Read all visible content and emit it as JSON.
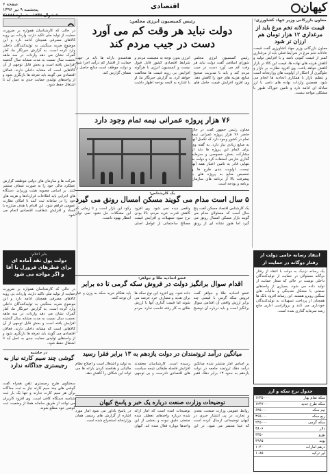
{
  "masthead": {
    "logo": "کیهان",
    "section": "اقتصادی",
    "page_no": "صفحه ۶",
    "date_line": "پنجشنبه ۹ تیر ۱۳۹۶",
    "issue_line": "۵ شوال ۱۴۳۸ - شماره ۲۱۶۸۸"
  },
  "lead": {
    "kicker": "رئیس کمیسیون انرژی مجلس:",
    "title_line1": "دولت نباید هر وقت کم می آورد",
    "title_line2": "دست در جیب مردم کند",
    "body": "رئیس کمیسیون انرژی مجلس شورای اسلامی گفت دولت نباید هر وقت کم می آورد دست در جیب مردم کند و باید با مدیریت صحیح منابع، هزینه های خود را کاهش دهد. وی افزود افزایش قیمت حامل های انرژی بدون توجه به معیشت مردم و شرایط اقتصادی کشور قابل قبول نیست و کمیسیون انرژی با هرگونه افزایش بی رویه قیمت ها مخالفت خواهد کرد. به گزارش خبرنگار ما، او با اشاره به لایحه بودجه اظهار داشت هدفمندی یارانه ها باید در جهت حمایت از اقشار کم درآمد اجرا شود و دولت موظف است منابع حاصل را شفاف گزارش کند."
  },
  "side_right": {
    "kicker": "معاون بازرگانی وزیر جهاد کشاورزی:",
    "title": "قیمت عادلانه تخم مرغ باید از مرغداری ۱۲ هزار تومان هم ارزان تر شود",
    "body": "معاون بازرگانی وزیر جهاد کشاورزی گفت قیمت عادلانه تخم مرغ در شرایط فعلی باید از مرغداری کمتر از قیمت کنونی باشد و با افزایش تولید و کاهش هزینه های نهاده ها، قیمت این کالا در بازار کاهش خواهد یافت. وی افزود نظارت بر بازار و جلوگیری از احتکار از اولویت های وزارتخانه است و تنظیم بازار با همکاری اتحادیه ها انجام می شود. همچنین واردات نهاده های دامی با ارز مبادله ای ادامه دارد و تامین خوراک طیور با مشکلی مواجه نیست."
  },
  "projects": {
    "title": "۷۶ هزار پروژه عمرانی نیمه تمام وجود دارد",
    "body": "معاون رئیس جمهور گفت در حال حاضر ۷۶ هزار پروژه عمرانی نیمه تمام در کشور وجود دارد که تکمیل آنها به منابع زیادی نیاز دارد. به گفته وی برای اتمام این پروژه ها باید از مشارکت بخش خصوصی و سرمایه گذاری خارجی استفاده کرد و دولت به تنهایی قادر به تامین اعتبار همه آنها نیست. اولویت بندی طرح ها و تخصیص منابع به پروژه های با پیشرفت بالا از برنامه های سازمان برنامه و بودجه است."
  },
  "housing": {
    "kicker": "یک کارشناس:",
    "title": "۵ سال است مدام می گویند مسکن امسال رونق می گیرد",
    "body": "یک کارشناس اقتصاد مسکن گفت پنج سال است که مسئولان مدام می گویند بازار مسکن امسال رونق می گیرد اما هنوز نشانه ای از رونق واقعی دیده نمی شود. وی افزود کاهش قدرت خرید مردم، بالا بودن نرخ سود تسهیلات و افزایش قیمت مصالح ساختمانی از عوامل اصلی رکود این بازار است و تا زمانی که این مشکلات حل نشود نمی توان انتظار بهبود داشت."
  },
  "coin": {
    "kicker": "عضو اتحادیه طلا و جواهر:",
    "title": "اقدام سوال برانگیز دولت در فروش سکه گرمی تا ده برابر قیمت",
    "body": "عضو اتحادیه طلا و جواهر گفت فروش سکه گرمی با قیمتی چند برابر ارزش واقعی آن اقدامی سوال برانگیز است و باید درباره آن توضیح داده شود. وی افزود این نوع سکه ها برای هدیه و مصارف خرد عرضه می شوند اما قیمت گذاری آنها با ارزش طلای به کار رفته تناسب ندارد. مردم باید هنگام خرید سکه به وزن و عیار آن توجه کنند."
  },
  "wealth": {
    "title": "میانگین درآمد ثروتمندان در دولت یازدهم به ۱۳ برابر فقرا رسید",
    "body": "بر اساس آمار منتشر شده میانگین درآمد دهک ثروتمند جامعه در دولت یازدهم به حدود ۱۳ برابر دهک فقیر رسیده است. کارشناسان معتقدند افزایش فاصله طبقاتی نتیجه سیاست های اقتصادی نادرست و بی توجهی به تولید و اشتغال است و اصلاح نظام مالیاتی و هدفمند کردن یارانه ها می تواند این شکاف را کاهش دهد."
  },
  "ministry": {
    "title": "توضیحات وزارت صنعت درباره یک خبر و پاسخ کیهان",
    "body": "روابط عمومی وزارت صنعت، معدن و تجارت در پی انتشار خبری در کیهان توضیحاتی ارسال کرده است که عینا منتشر می شود. در این توضیحات آمده است که آمار ارائه شده درباره واحدهای تعطیل شده صنعتی دقیق نبوده و بخشی از این واحدها دوباره فعال شده اند. کیهان در پاسخ یادآور می شود آمار مورد اشاره از گزارش های رسمی همان وزارتخانه استخراج شده است."
  },
  "left_top": {
    "body": "در حالی که کارشناسان همواره بر ضرورت حمایت از تولید ملی تاکید دارند، واردات بی رویه کالاهای مصرفی همچنان ادامه دارد و این موضوع ضربه سنگینی به تولیدکنندگان داخلی وارد کرده است. به گزارش خبرنگار ما، آمار گمرک نشان می دهد واردات در سه ماهه نخست سال نسبت به مدت مشابه سال گذشته افزایش یافته است و بخش قابل توجهی از آن کالاهایی است که مشابه داخلی دارند. فعالان اقتصادی می گویند باید تعرفه ها بازنگری شود و از واحدهای تولیدی حمایت جدی به عمل آید تا اشتغال حفظ شود."
  },
  "left_mid": {
    "body": "شرکت ها و سازمان های دولتی موظفند گزارش عملکرد مالی خود را به صورت شفاف منتشر کنند. بر اساس مصوبه هیئت وزیران، دستگاه های اجرایی باید اطلاعات قراردادها و هزینه های خود را در سامانه ثبت کنند تا امکان نظارت عمومی فراهم شود. این اقدام با هدف مبارزه با فساد و افزایش شفافیت اقتصادی انجام می شود."
  },
  "left_box": {
    "kicker": "بنابر اعلام:",
    "title": "دولت پول نقد آماده ای برای فطرهای فروزل با آفا و اگر مواجه می شود"
  },
  "left_bottom": {
    "kicker": "در حاشیه",
    "title": "گوشی چند سیم کارته نیاز به رجیستری جداگانه ندارد",
    "body": "سخنگوی طرح رجیستری تلفن همراه گفت گوشی های چند سیم کارته نیاز به ثبت جداگانه برای هر سیم کارت ندارند و تنها یک بار ثبت شناسه دستگاه کافی است. وی افزود کاربران می توانند از طریق سامانه همتا از وضعیت ثبت گوشی خود مطلع شوند."
  },
  "right_box": {
    "title": "انتقاد رسانه حامی دولت از رفتار دوگانه در حمایت از تولیدکنندگان",
    "body": "یک رسانه نزدیک به دولت با انتقاد از رفتار دوگانه مسئولان در حمایت از تولیدکنندگان داخلی نوشت در حالی که شعار حمایت از تولید داده می شود، بسیاری از واحدهای صنعتی با مشکل نقدینگی و مالیات های سنگین روبرو هستند. این رسانه افزود بانک ها همچنان از پرداخت تسهیلات به تولیدکنندگان خودداری می کنند و بروکراسی اداری مانع رشد سرمایه گذاری شده است."
  },
  "rates": {
    "title": "جدول نرخ سکه و ارز",
    "rows": [
      {
        "label": "سکه تمام بهار",
        "value": "۱۲۳۵۰۰۰"
      },
      {
        "label": "سکه طرح جدید",
        "value": "۱۲۴۷۰۰۰"
      },
      {
        "label": "نیم سکه",
        "value": "۶۴۵۰۰۰"
      },
      {
        "label": "ربع سکه",
        "value": "۳۶۵۰۰۰"
      },
      {
        "label": "سکه گرمی",
        "value": "۲۴۵۰۰۰"
      },
      {
        "label": "دلار",
        "value": "۳۸۰۶"
      },
      {
        "label": "یورو",
        "value": "۴۳۵۰"
      },
      {
        "label": "پوند",
        "value": "۴۹۶۵"
      },
      {
        "label": "درهم امارات",
        "value": "۱۰۴۰"
      },
      {
        "label": "لیر ترکیه",
        "value": "۱۰۸۵"
      }
    ]
  }
}
